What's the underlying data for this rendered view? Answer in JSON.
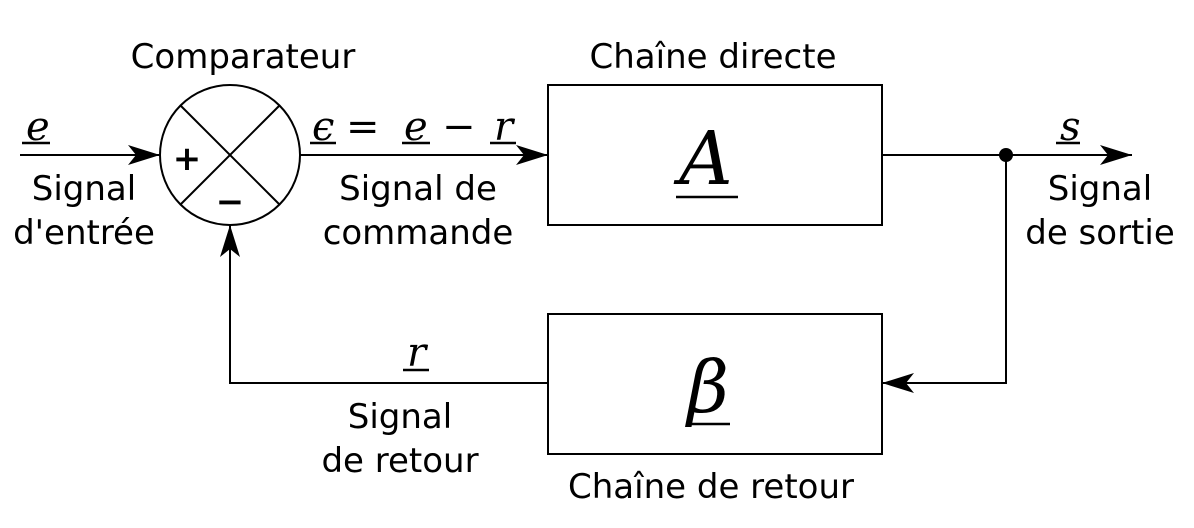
{
  "comparator": {
    "label": "Comparateur",
    "plus_sign": "+",
    "minus_sign": "−"
  },
  "input": {
    "symbol": "e",
    "label_line1": "Signal",
    "label_line2": "d'entrée"
  },
  "error": {
    "eps": "ϵ",
    "eq": "=",
    "e": "e",
    "minus": "−",
    "r": "r",
    "label_line1": "Signal de",
    "label_line2": "commande"
  },
  "forward_chain": {
    "label": "Chaîne directe",
    "symbol": "A"
  },
  "output": {
    "symbol": "s",
    "label_line1": "Signal",
    "label_line2": "de sortie"
  },
  "feedback_chain": {
    "label": "Chaîne de retour",
    "symbol": "β"
  },
  "feedback_signal": {
    "symbol": "r",
    "label_line1": "Signal",
    "label_line2": "de retour"
  }
}
